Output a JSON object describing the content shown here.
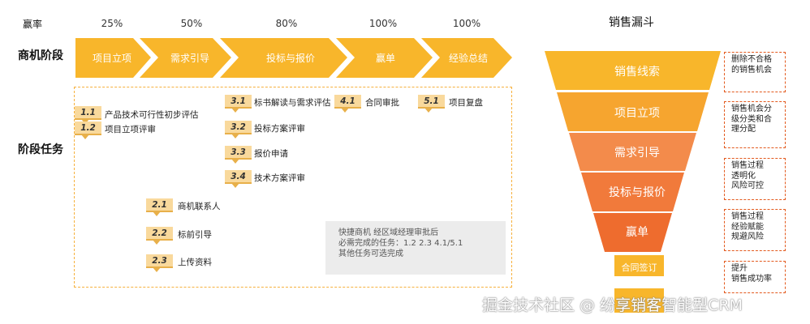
{
  "rate_label": "赢率",
  "rates": [
    "25%",
    "50%",
    "80%",
    "100%",
    "100%"
  ],
  "stage_row_label": "商机阶段",
  "task_row_label": "阶段任务",
  "stages": [
    "项目立项",
    "需求引导",
    "投标与报价",
    "赢单",
    "经验总结"
  ],
  "tasks": [
    {
      "num": "1.1",
      "text": "产品技术可行性初步评估"
    },
    {
      "num": "1.2",
      "text": "项目立项评审"
    },
    {
      "num": "2.1",
      "text": "商机联系人"
    },
    {
      "num": "2.2",
      "text": "标前引导"
    },
    {
      "num": "2.3",
      "text": "上传资料"
    },
    {
      "num": "3.1",
      "text": "标书解读与需求评估"
    },
    {
      "num": "3.2",
      "text": "投标方案评审"
    },
    {
      "num": "3.3",
      "text": "报价申请"
    },
    {
      "num": "3.4",
      "text": "技术方案评审"
    },
    {
      "num": "4.1",
      "text": "合同审批"
    },
    {
      "num": "5.1",
      "text": "项目复盘"
    }
  ],
  "note": {
    "line1": "快捷商机 经区域经理审批后",
    "line2": "必需完成的任务：1.2  2.3  4.1/5.1",
    "line3": "其他任务可选完成"
  },
  "funnel": {
    "title": "销售漏斗",
    "levels": [
      "销售线索",
      "项目立项",
      "需求引导",
      "投标与报价",
      "赢单"
    ],
    "extra": [
      "合同签订",
      ""
    ]
  },
  "side_notes": [
    [
      "删除不合格",
      "的销售机会"
    ],
    [
      "销售机会分",
      "级分类和合",
      "理分配"
    ],
    [
      "销售过程",
      "透明化",
      "风险可控"
    ],
    [
      "销售过程",
      "经验赋能",
      "规避风险"
    ],
    [
      "提升",
      "销售成功率"
    ]
  ],
  "watermark": "掘金技术社区 @ 纷享销客智能型CRM",
  "colors": {
    "arrow": "#f8b62b",
    "dash": "#f6b13d",
    "tag": "#f9d99c",
    "funnel": [
      "#f8b62b",
      "#f6a52f",
      "#f38b4b",
      "#f17a3b",
      "#ee6c2e"
    ],
    "extra": "#f8b62b",
    "side_dash": "#e35a1e"
  }
}
